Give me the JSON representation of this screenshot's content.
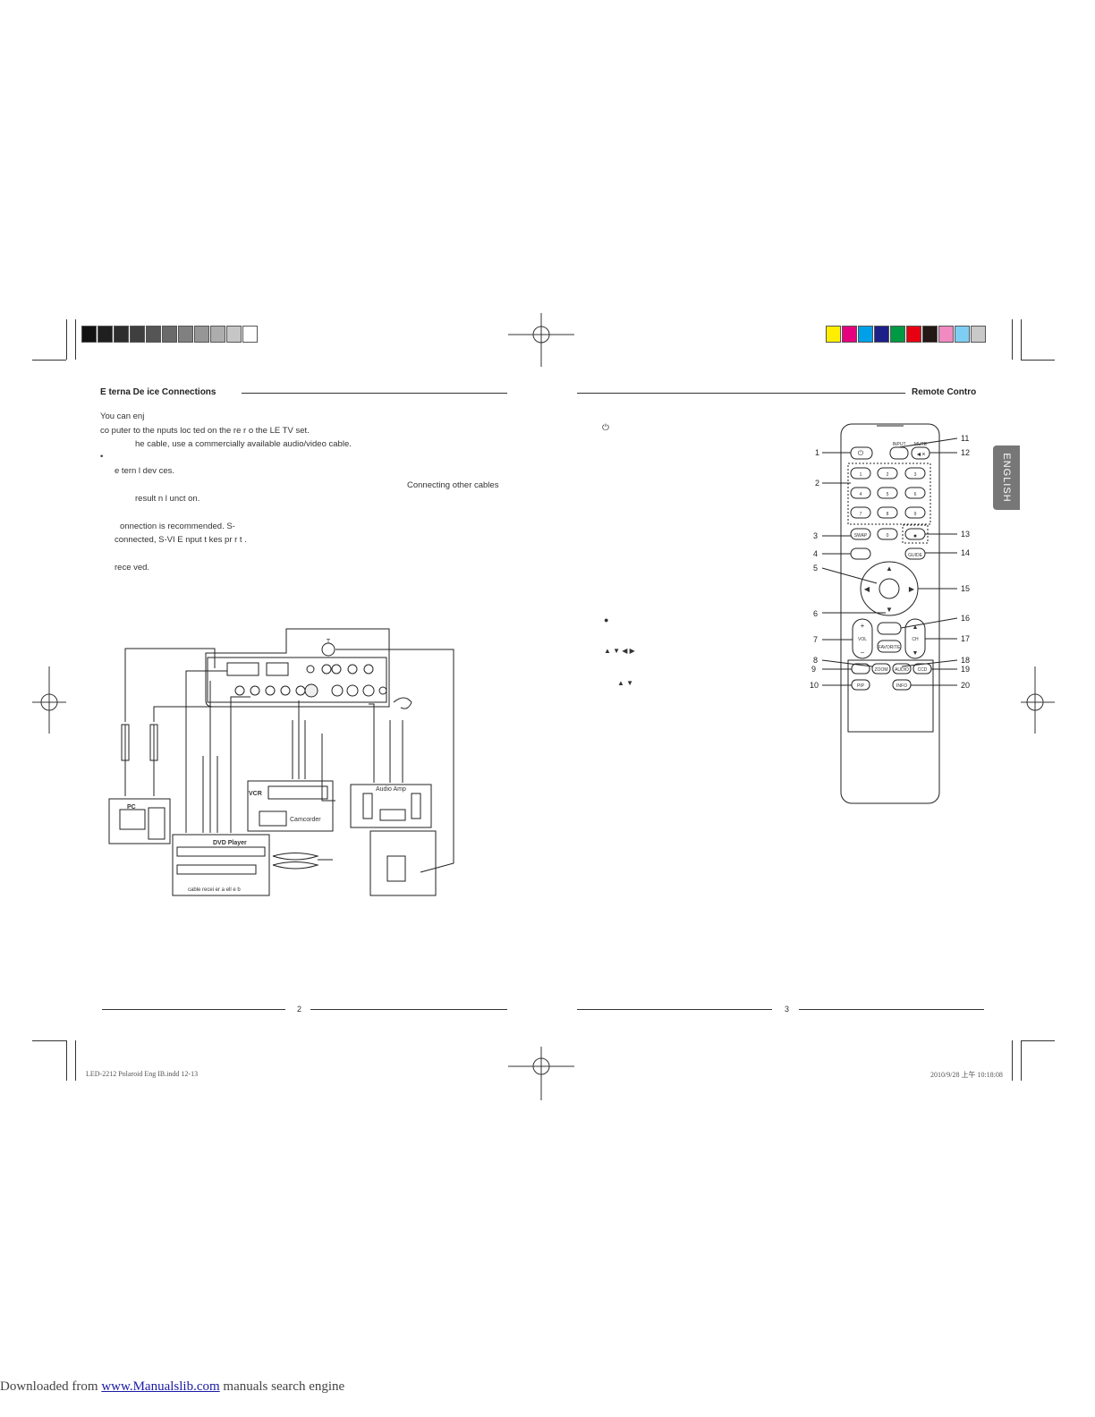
{
  "left_page": {
    "heading": "E terna  De  ice Connections",
    "paragraphs": [
      "You can enj",
      "co   puter to the  nputs loc   ted on the re  r  o  the LE    TV set.",
      "he cable, use a commercially available audio/video cable.",
      "•",
      "e  tern   l dev ces.",
      "Connecting other cables",
      "result  n        l unct on.",
      "onnection is recommended. S-",
      "connected, S-VI   E     nput  t kes    pr   r t .",
      "rece ved."
    ],
    "page_number": "2"
  },
  "diagram": {
    "tv_label": "T",
    "pc_label": "PC",
    "vcr_label": "VCR",
    "camcorder_label": "Camcorder",
    "audio_amp_label": "Audio Amp",
    "dvd_label": "DVD Player",
    "cable_label": "cable recei  er     a  ell  e b"
  },
  "right_page": {
    "heading": "Remote Contro",
    "language_tab": "ENGLISH",
    "power_symbol": "⏻",
    "record_symbol": "●",
    "arrows_4": "▲ ▼ ◀ ▶",
    "arrows_2": "▲ ▼",
    "page_number": "3",
    "remote_buttons": {
      "input": "INPUT",
      "mute": "MUTE",
      "swap": "SWAP",
      "zero": "0",
      "guide": "GUIDE",
      "vol": "VOL",
      "ch": "CH",
      "favorite": "FAVORITE",
      "zoom": "ZOOM",
      "audio": "AUDIO",
      "ccd": "CCD",
      "pip": "PIP",
      "info": "INFO",
      "digits": [
        "1",
        "2",
        "3",
        "4",
        "5",
        "6",
        "7",
        "8",
        "9"
      ]
    },
    "callouts_left": [
      "1",
      "2",
      "3",
      "4",
      "5",
      "6",
      "7",
      "8",
      "9",
      "10"
    ],
    "callouts_right": [
      "11",
      "12",
      "13",
      "14",
      "15",
      "16",
      "17",
      "18",
      "19",
      "20"
    ]
  },
  "print_slug": {
    "file": "LED-2212 Polaroid Eng IB.indd   12-13",
    "date": "2010/9/28   上午 10:18:08"
  },
  "footer": {
    "prefix": "Downloaded from ",
    "link": "www.Manualslib.com",
    "suffix": "  manuals search engine"
  },
  "colors": {
    "gray_bar": [
      "#111111",
      "#1f1f1f",
      "#2d2d2d",
      "#3f3f3f",
      "#555555",
      "#6a6a6a",
      "#808080",
      "#969696",
      "#adadad",
      "#c6c6c6",
      "#ffffff"
    ],
    "color_bar": [
      "#ffee00",
      "#e6007e",
      "#00a0e9",
      "#1d2088",
      "#009944",
      "#e60012",
      "#231815",
      "#f08ac0",
      "#7ecef4",
      "#c9c9c9"
    ]
  }
}
